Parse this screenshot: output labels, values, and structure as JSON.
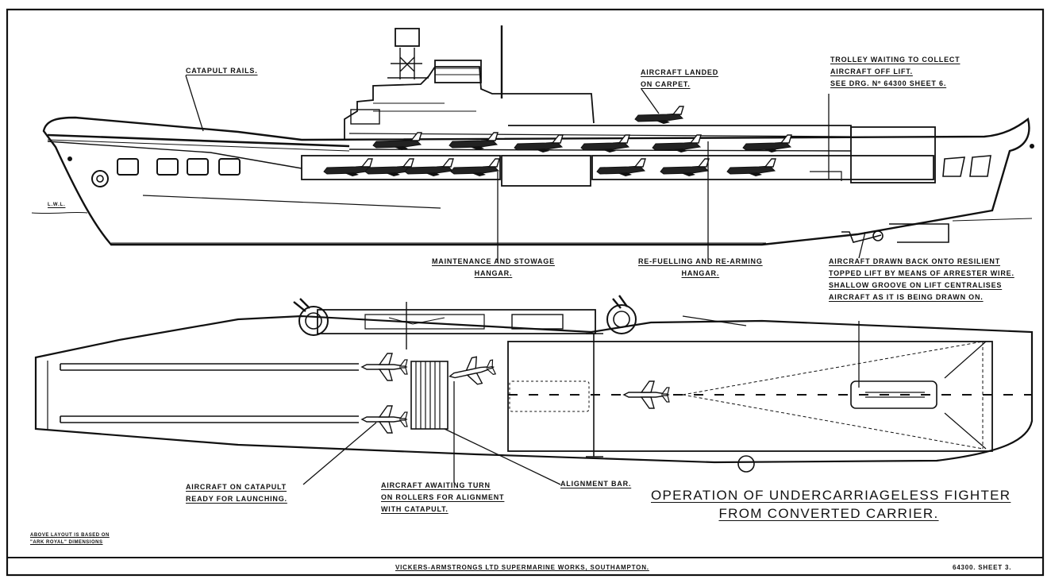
{
  "drawing": {
    "title_line1": "OPERATION OF UNDERCARRIAGELESS FIGHTER",
    "title_line2": "FROM CONVERTED CARRIER.",
    "note_line1": "ABOVE LAYOUT IS BASED ON",
    "note_line2": "\"ARK ROYAL\" DIMENSIONS",
    "footer_company": "VICKERS-ARMSTRONGS LTD SUPERMARINE WORKS, SOUTHAMPTON.",
    "footer_sheet": "64300. SHEET 3.",
    "waterline_label": "L.W.L."
  },
  "elevation_labels": {
    "catapult_rails": "CATAPULT RAILS.",
    "aircraft_landed_1": "AIRCRAFT LANDED",
    "aircraft_landed_2": "ON CARPET.",
    "trolley_1": "TROLLEY WAITING TO COLLECT",
    "trolley_2": "AIRCRAFT OFF LIFT.",
    "trolley_3": "SEE DRG. Nº 64300 SHEET 6.",
    "maintenance_1": "MAINTENANCE AND STOWAGE",
    "maintenance_2": "HANGAR.",
    "refuelling_1": "RE-FUELLING AND RE-ARMING",
    "refuelling_2": "HANGAR.",
    "drawn_back_1": "AIRCRAFT DRAWN BACK ONTO RESILIENT",
    "drawn_back_2": "TOPPED LIFT BY MEANS OF ARRESTER WIRE.",
    "drawn_back_3": "SHALLOW GROOVE ON LIFT CENTRALISES",
    "drawn_back_4": "AIRCRAFT AS IT IS BEING DRAWN ON."
  },
  "plan_labels": {
    "on_catapult_1": "AIRCRAFT ON CATAPULT",
    "on_catapult_2": "READY FOR LAUNCHING.",
    "awaiting_1": "AIRCRAFT AWAITING TURN",
    "awaiting_2": "ON ROLLERS FOR ALIGNMENT",
    "awaiting_3": "WITH CATAPULT.",
    "alignment_bar": "ALIGNMENT BAR."
  }
}
